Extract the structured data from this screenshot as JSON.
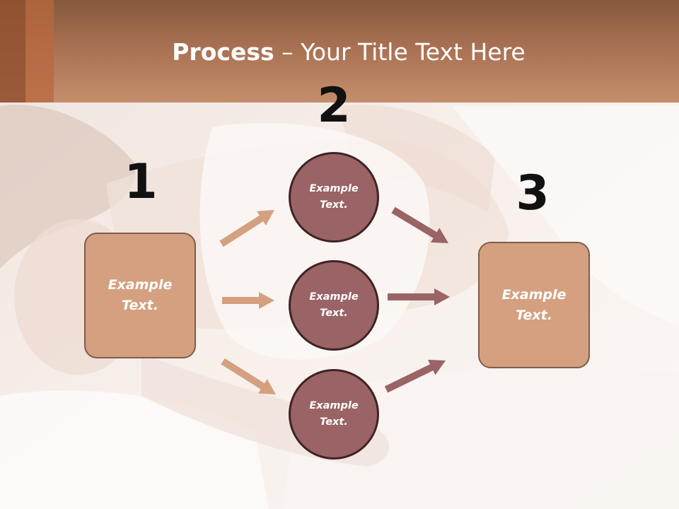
{
  "slide": {
    "title_bold": "Process",
    "title_rest": " – Your Title Text Here",
    "colors": {
      "header": "#a87052",
      "box_fill": "#d4a07f",
      "box_border": "#7e5c4c",
      "circle_fill": "#9a6365",
      "circle_border": "#3e2324",
      "arrow_light": "#d4a07f",
      "arrow_dark": "#9a6365"
    }
  },
  "steps": [
    {
      "number": "1",
      "box_text": "Example\nText."
    },
    {
      "number": "2",
      "circles": [
        "Example\nText.",
        "Example\nText.",
        "Example\nText."
      ]
    },
    {
      "number": "3",
      "box_text": "Example\nText."
    }
  ]
}
